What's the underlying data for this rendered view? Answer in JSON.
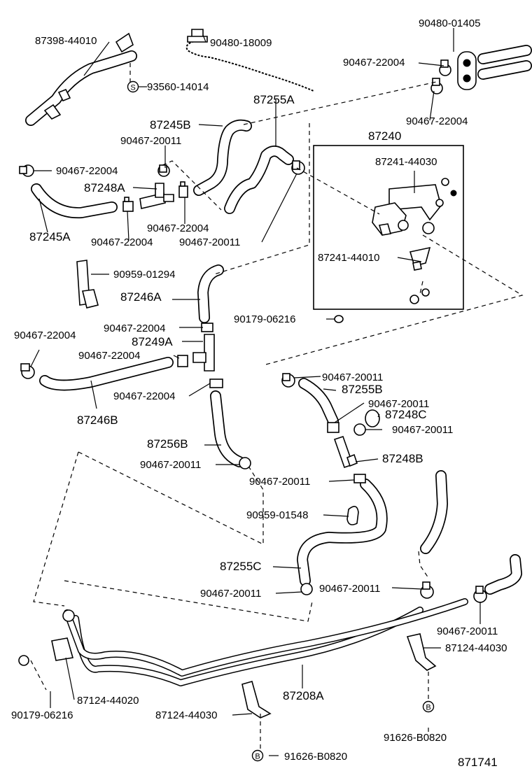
{
  "diagram_id": "871741",
  "labels": {
    "p87398_44010": "87398-44010",
    "p93560_14014": "93560-14014",
    "p90480_18009": "90480-18009",
    "p90480_01405": "90480-01405",
    "p90467_22004_a": "90467-22004",
    "p90467_22004_b": "90467-22004",
    "p87255A": "87255A",
    "p87245B": "87245B",
    "p90467_20011_a": "90467-20011",
    "p87240": "87240",
    "p90467_22004_c": "90467-22004",
    "p87241_44030": "87241-44030",
    "p87248A": "87248A",
    "p90467_22004_d": "90467-22004",
    "p87245A": "87245A",
    "p90467_22004_e": "90467-22004",
    "p90467_20011_b": "90467-20011",
    "p87241_44010": "87241-44010",
    "p90959_01294": "90959-01294",
    "p87246A": "87246A",
    "p90179_06216_a": "90179-06216",
    "p90467_22004_f": "90467-22004",
    "p90467_22004_g": "90467-22004",
    "p87249A": "87249A",
    "p90467_22004_h": "90467-22004",
    "p90467_20011_c": "90467-20011",
    "p87255B": "87255B",
    "p90467_22004_i": "90467-22004",
    "p90467_20011_d": "90467-20011",
    "p87248C": "87248C",
    "p87246B": "87246B",
    "p90467_20011_e": "90467-20011",
    "p87256B": "87256B",
    "p87248B": "87248B",
    "p90467_20011_f": "90467-20011",
    "p90467_20011_g": "90467-20011",
    "p90959_01548": "90959-01548",
    "p87255C": "87255C",
    "p90467_20011_h": "90467-20011",
    "p90467_20011_i": "90467-20011",
    "p90467_20011_j": "90467-20011",
    "p87124_44030_a": "87124-44030",
    "p87208A": "87208A",
    "p87124_44020": "87124-44020",
    "p90179_06216_b": "90179-06216",
    "p87124_44030_b": "87124-44030",
    "p91626_B0820_a": "91626-B0820",
    "p91626_B0820_b": "91626-B0820",
    "circle_S": "S",
    "circle_B": "B"
  }
}
